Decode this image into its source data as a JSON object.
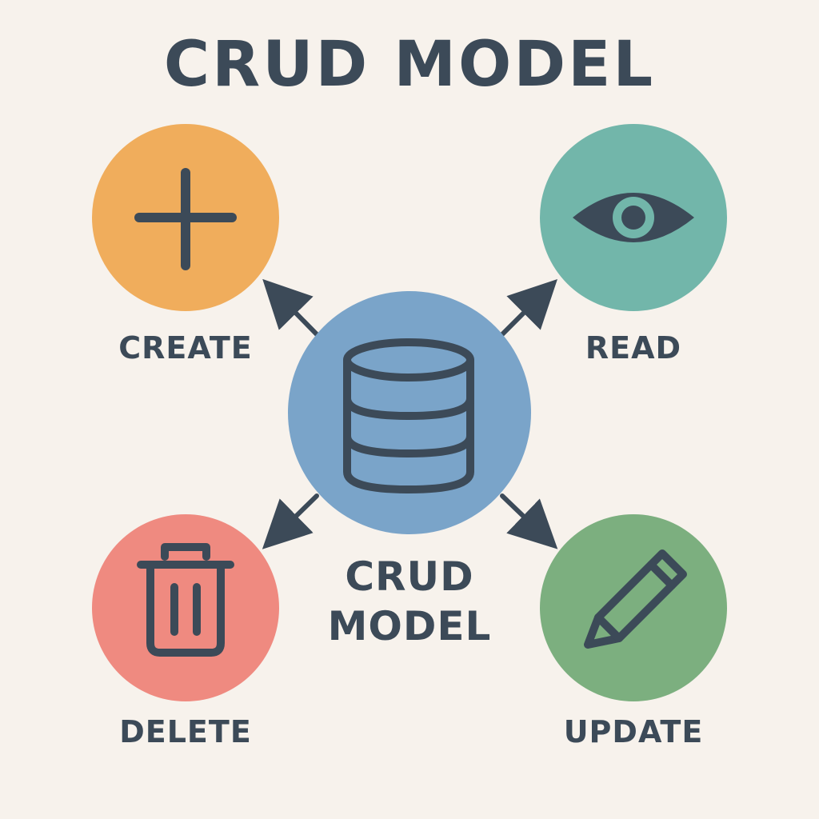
{
  "title": "CRUD MODEL",
  "center": {
    "line1": "CRUD",
    "line2": "MODEL",
    "icon": "database-icon",
    "color": "#7aa4c9"
  },
  "operations": [
    {
      "label": "CREATE",
      "icon": "plus-icon",
      "color": "#f0ad5c"
    },
    {
      "label": "READ",
      "icon": "eye-icon",
      "color": "#72b6aa"
    },
    {
      "label": "DELETE",
      "icon": "trash-icon",
      "color": "#ef8a80"
    },
    {
      "label": "UPDATE",
      "icon": "pencil-icon",
      "color": "#7caf7f"
    }
  ],
  "stroke_color": "#3c4a58",
  "background": "#f7f2ec"
}
